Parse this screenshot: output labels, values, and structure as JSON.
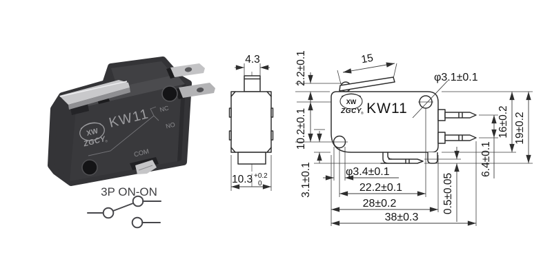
{
  "photo": {
    "model": "KW11",
    "brand": "ZGCY",
    "emblem": "XW",
    "reg": "®",
    "terminal_nc": "NC",
    "terminal_no": "NO",
    "terminal_com": "COM"
  },
  "schematic": {
    "label": "3P  ON-ON"
  },
  "side_view": {
    "top_width": "4.3",
    "bottom_width": "10.3",
    "bottom_tol_plus": "+0.2",
    "bottom_tol_minus": "0"
  },
  "front_view": {
    "model": "KW11",
    "brand": "ZGCY",
    "emblem": "XW",
    "reg": "®",
    "dims": {
      "lever_length": "15",
      "top_hole_dia": "φ3.1±0.1",
      "button_height": "2.2±0.1",
      "hole_offset": "10.2±0.1",
      "hole_to_bottom": "3.1±0.1",
      "bottom_hole_dia": "φ3.4±0.1",
      "hole_spacing": "22.2±0.1",
      "body_width": "28±0.2",
      "overall_width": "38±0.3",
      "terminal_thickness": "0.5±0.05",
      "terminal_pitch": "6.4±0.1",
      "body_height": "16±0.2",
      "overall_height": "19±0.2"
    }
  },
  "colors": {
    "line": "#2e2e2e",
    "text": "#141414",
    "body": "#343437",
    "lever": "#c9c9cb",
    "terminal": "#c3c3c5",
    "engraving": "#9b9b9e"
  }
}
